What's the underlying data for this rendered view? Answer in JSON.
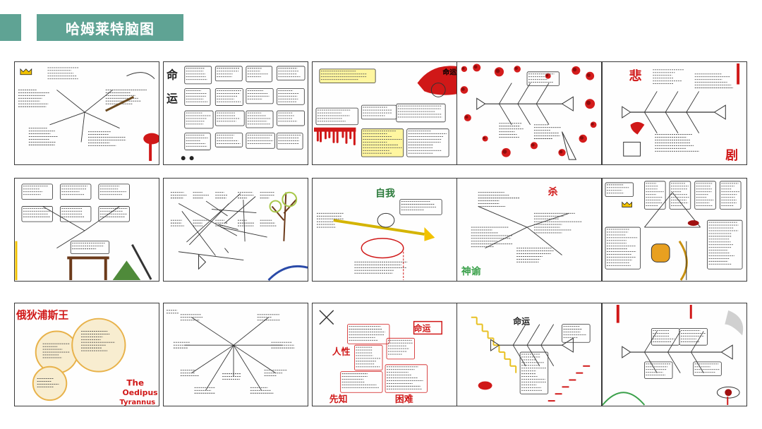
{
  "header": {
    "title": "哈姆莱特脑图",
    "accent_color": "#5fa394"
  },
  "gallery": {
    "rows": 3,
    "columns": 5,
    "thumbnails": [
      {
        "name": "mindmap-crown-sword",
        "labels": []
      },
      {
        "name": "mindmap-fate",
        "labels": [
          "命",
          "运"
        ]
      },
      {
        "name": "mindmap-fate-red-hand",
        "labels": [
          "命运"
        ]
      },
      {
        "name": "mindmap-roses-fishbone",
        "labels": []
      },
      {
        "name": "mindmap-tragedy",
        "labels": [
          "悲",
          "剧"
        ]
      },
      {
        "name": "mindmap-gallows",
        "labels": []
      },
      {
        "name": "mindmap-tree",
        "labels": []
      },
      {
        "name": "mindmap-self",
        "labels": [
          "自我"
        ]
      },
      {
        "name": "mindmap-kill",
        "labels": [
          "杀",
          "神谕"
        ]
      },
      {
        "name": "mindmap-eye-crown",
        "labels": []
      },
      {
        "name": "mindmap-oedipus",
        "labels": [
          "俄狄浦斯王",
          "The",
          "Oedipus",
          "Tyrannus"
        ]
      },
      {
        "name": "mindmap-plain-web",
        "labels": []
      },
      {
        "name": "mindmap-fate-red-boxes",
        "labels": [
          "命运",
          "人性",
          "先知",
          "困难"
        ]
      },
      {
        "name": "mindmap-fate-stairs",
        "labels": [
          "命运"
        ]
      },
      {
        "name": "mindmap-eye-fishbone",
        "labels": []
      }
    ]
  }
}
